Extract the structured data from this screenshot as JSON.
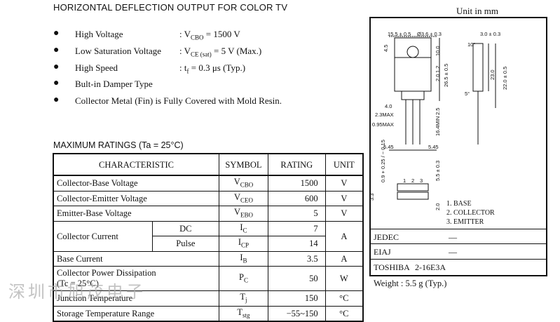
{
  "title": "HORIZONTAL DEFLECTION OUTPUT FOR COLOR TV",
  "unit_note": "Unit in mm",
  "bullet_glyph": "●",
  "features": [
    {
      "label": "High Voltage",
      "value": ": V",
      "sub": "CBO",
      "rest": " = 1500 V"
    },
    {
      "label": "Low Saturation Voltage",
      "value": ": V",
      "sub": "CE (sat)",
      "rest": " = 5 V (Max.)"
    },
    {
      "label": "High Speed",
      "value": ": t",
      "sub": "f",
      "rest": " = 0.3 μs (Typ.)"
    },
    {
      "label": "Bult-in Damper Type",
      "value": "",
      "sub": "",
      "rest": ""
    },
    {
      "label": "Collector Metal (Fin) is Fully Covered with Mold Resin.",
      "value": "",
      "sub": "",
      "rest": ""
    }
  ],
  "ratings_title": "MAXIMUM RATINGS (Ta = 25°C)",
  "table": {
    "headers": [
      "CHARACTERISTIC",
      "SYMBOL",
      "RATING",
      "UNIT"
    ],
    "rows": [
      {
        "char": "Collector-Base Voltage",
        "sym": "V",
        "sub": "CBO",
        "rating": "1500",
        "unit": "V"
      },
      {
        "char": "Collector-Emitter Voltage",
        "sym": "V",
        "sub": "CEO",
        "rating": "600",
        "unit": "V"
      },
      {
        "char": "Emitter-Base Voltage",
        "sym": "V",
        "sub": "EBO",
        "rating": "5",
        "unit": "V"
      },
      {
        "char": "Collector Current",
        "sub1": "DC",
        "sub2": "Pulse",
        "sym1": "I",
        "symsub1": "C",
        "sym2": "I",
        "symsub2": "CP",
        "rating1": "7",
        "rating2": "14",
        "unit": "A"
      },
      {
        "char": "Base Current",
        "sym": "I",
        "sub": "B",
        "rating": "3.5",
        "unit": "A"
      },
      {
        "char": "Collector Power Dissipation",
        "char2": "(Tc = 25°C)",
        "sym": "P",
        "sub": "C",
        "rating": "50",
        "unit": "W"
      },
      {
        "char": "Junction Temperature",
        "sym": "T",
        "sub": "j",
        "rating": "150",
        "unit": "°C"
      },
      {
        "char": "Storage Temperature Range",
        "sym": "T",
        "sub": "stg",
        "rating": "−55~150",
        "unit": "°C"
      }
    ]
  },
  "package": {
    "dims": {
      "d1": "15.5 ± 0.5",
      "d2": "Ø3.6 ± 0.3",
      "d3": "3.0 ± 0.3",
      "d4": "4.5",
      "d5": "10°",
      "d6": "10.0",
      "d7": "1.2",
      "d8": "2.0",
      "d9": "26.5 ± 0.5",
      "d10": "23.0",
      "d11": "22.0 ± 0.5",
      "d12": "5°",
      "d13": "4.0",
      "d14": "2.3MAX",
      "d15": "2.5",
      "d16": "0.95MAX",
      "d17": "16.4MIN",
      "d18": "5.45",
      "d19": "5.45",
      "d20": "0.9 + 0.25 / − 0.15",
      "d21": "5.5 ± 0.3",
      "d22": "3.3",
      "d23": "2.0",
      "d24": "1",
      "d25": "2",
      "d26": "3"
    },
    "pins": [
      "1. BASE",
      "2. COLLECTOR",
      "3. EMITTER"
    ],
    "jedec_label": "JEDEC",
    "jedec_val": "—",
    "eiaj_label": "EIAJ",
    "eiaj_val": "—",
    "toshiba_label": "TOSHIBA",
    "toshiba_val": "2-16E3A"
  },
  "weight": "Weight : 5.5 g (Typ.)",
  "watermark": "深圳市旭茂电子"
}
